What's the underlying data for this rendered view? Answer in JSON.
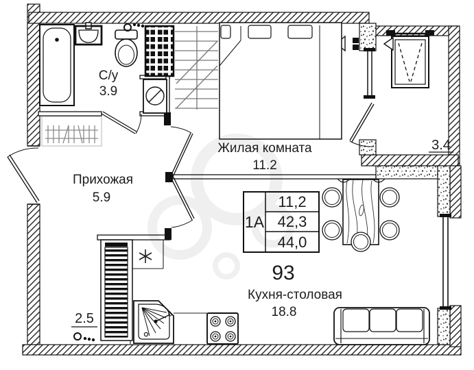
{
  "floorplan": {
    "rooms": {
      "bathroom": {
        "name": "С/у",
        "area": "3.9"
      },
      "hallway": {
        "name": "Прихожая",
        "area": "5.9"
      },
      "living_room": {
        "name": "Жилая комната",
        "area": "11.2"
      },
      "kitchen_dining": {
        "name": "Кухня-столовая",
        "area": "18.8"
      },
      "balcony": {
        "area": "3.4"
      },
      "storage": {
        "area": "2.5"
      }
    },
    "apartment_number": "93",
    "spec_table": {
      "unit_type": "1А",
      "rows": [
        "11,2",
        "42,3",
        "44,0"
      ]
    },
    "colors": {
      "wall": "#111111",
      "label_text": "#1c1c1c",
      "apartment_number_text": "#4f4f4f",
      "symbol_gray": "#8a8a8a"
    },
    "icons": {
      "bathtub": "rounded-rect-tub",
      "wash_basin": "half-oval-basin",
      "toilet": "oval-with-tank",
      "ventilation_shaft": "black-grid",
      "washing_machine": "circle-with-diagonal",
      "wardrobe_rail": "bar-hatch",
      "coat_rack": "tick-hatch",
      "double_bed": "rect-with-pillows",
      "window_sash": "dashed-v",
      "open_direction": "hollow-triangle",
      "dining_table": "wood-grain-rect",
      "chair": "double-circle",
      "sofa": "three-cushion-rect",
      "kitchen_sink": "fan-basin",
      "stove": "four-burners",
      "tall_cabinet": "rung-stripes",
      "vent_star": "six-ray-star",
      "door_stopper": "circle-with-dots",
      "watermark": "avito-circles"
    }
  }
}
